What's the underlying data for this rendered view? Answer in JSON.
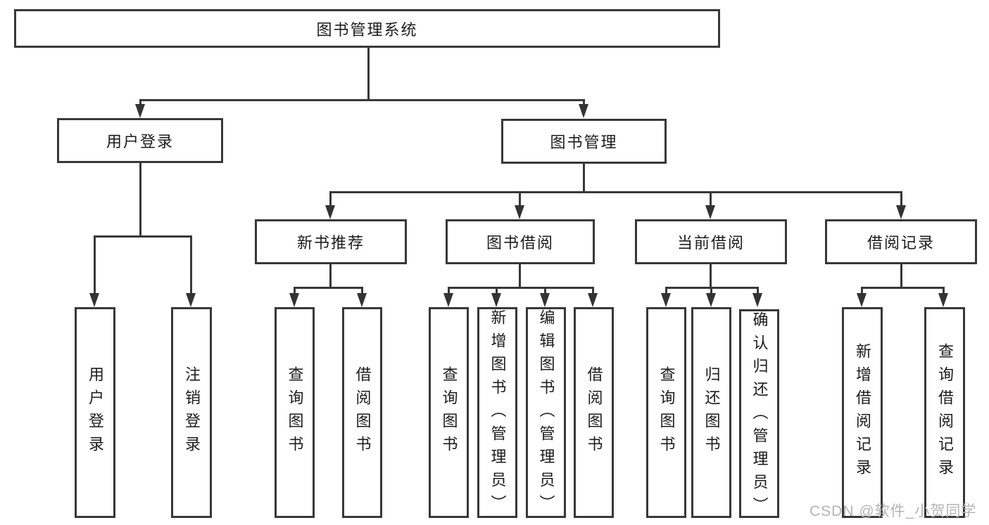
{
  "diagram": {
    "root": {
      "label": "图书管理系统"
    },
    "branches": [
      {
        "label": "用户登录",
        "children": [
          {
            "label": "用户登录"
          },
          {
            "label": "注销登录"
          }
        ]
      },
      {
        "label": "图书管理",
        "sections": [
          {
            "label": "新书推荐",
            "children": [
              {
                "label": "查询图书"
              },
              {
                "label": "借阅图书"
              }
            ]
          },
          {
            "label": "图书借阅",
            "children": [
              {
                "label": "查询图书"
              },
              {
                "label": "新增图书（管理员）"
              },
              {
                "label": "编辑图书（管理员）"
              },
              {
                "label": "借阅图书"
              }
            ]
          },
          {
            "label": "当前借阅",
            "children": [
              {
                "label": "查询图书"
              },
              {
                "label": "归还图书"
              },
              {
                "label": "确认归还（管理员）"
              }
            ]
          },
          {
            "label": "借阅记录",
            "children": [
              {
                "label": "新增借阅记录"
              },
              {
                "label": "查询借阅记录"
              }
            ]
          }
        ]
      }
    ],
    "colors": {
      "line": "#383838",
      "text": "#1c1c1c",
      "background": "#ffffff",
      "watermark": "#b4b4b4"
    },
    "watermark": "CSDN @软件_小贺同学"
  }
}
